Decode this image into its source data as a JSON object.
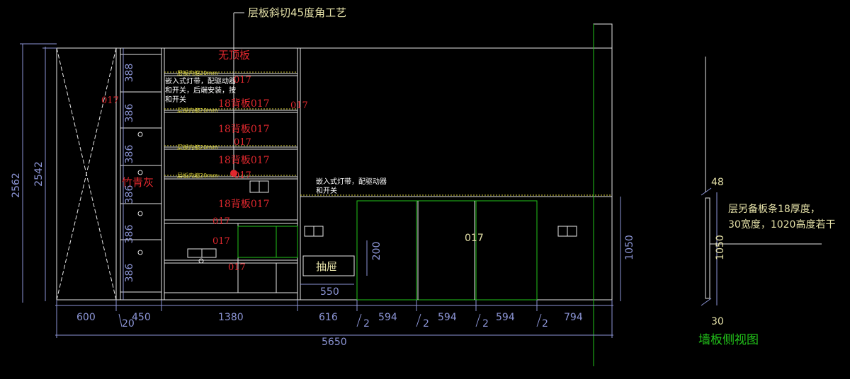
{
  "colors": {
    "background": "#000000",
    "outline": "#e6e6e6",
    "accent_green": "#22c41a",
    "dimension": "#8c95d6",
    "material_red": "#e0282e",
    "label_yellow": "#e5e1a8",
    "led_strip": "#d8d13a"
  },
  "annotations": {
    "top_note": "层板斜切45度角工艺",
    "no_top_panel": "无顶板",
    "bamboo_label": "竹青灰",
    "drawer_label": "抽屉",
    "door_material": "017",
    "side_note": "层另备板条18厚度，30宽度，1020高度若干",
    "side_view_title": "墙板侧视图",
    "led_note_1_lines": [
      "嵌入式灯带，配驱动器",
      "和开关，后端安装，按",
      "和开关"
    ],
    "led_note_2_lines": [
      "嵌入式灯带，配驱动器",
      "和开关"
    ],
    "shelf_notes": [
      "层板内缩20mm",
      "层板内缩20mm",
      "层板内缩20mm",
      "层板内缩20mm"
    ]
  },
  "material_labels": {
    "back_018_a": "18背板017",
    "back_018_b": "18背板017",
    "back_018_c": "18背板017",
    "back_018_d": "18背板017",
    "code_a": "017",
    "code_b": "017",
    "code_c": "017",
    "code_d": "017",
    "code_e": "017",
    "code_f": "017",
    "code_g": "017",
    "code_h": "017"
  },
  "dimensions": {
    "total_width": "5650",
    "height_outer": "2562",
    "height_inner": "2542",
    "lower_cabinet_height": "1050",
    "drawer_height": "200",
    "drawer_width": "550",
    "bottom_segments": [
      "600",
      "20",
      "450",
      "1380",
      "616",
      "2",
      "594",
      "2",
      "594",
      "2",
      "594",
      "2",
      "794"
    ],
    "shelf_heights": [
      "388",
      "386",
      "386",
      "386",
      "386",
      "386"
    ],
    "side_view": {
      "top": "48",
      "height": "1050",
      "bottom": "30"
    }
  }
}
